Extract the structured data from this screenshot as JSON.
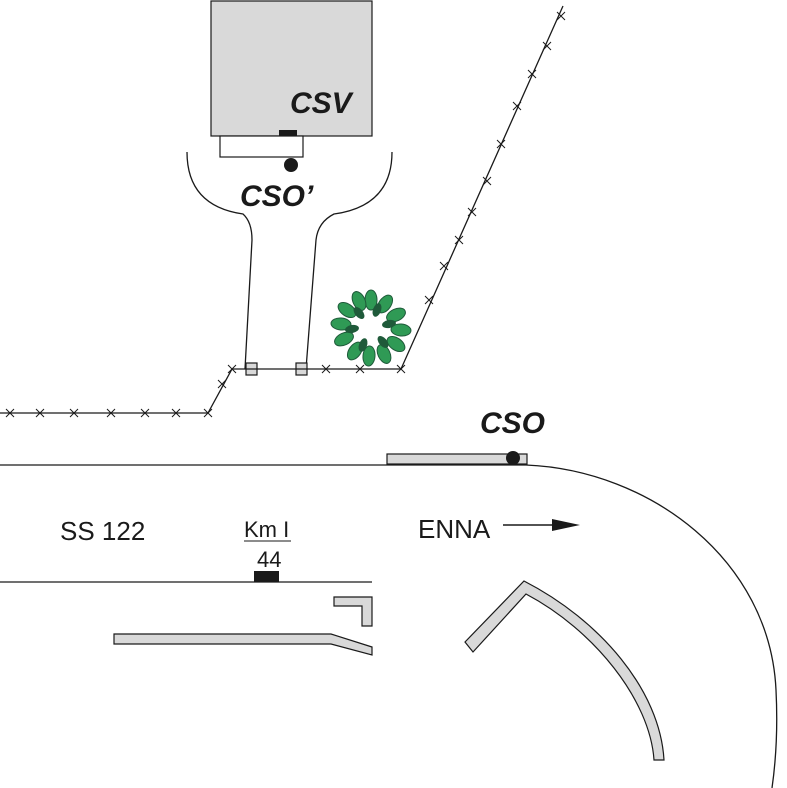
{
  "labels": {
    "csv": "CSV",
    "cso_prime": "CSO’",
    "cso": "CSO",
    "road": "SS 122",
    "km_label": "Km I",
    "km_value": "44",
    "direction": "ENNA"
  },
  "colors": {
    "line": "#1a1a1a",
    "building_fill": "#d9d9d9",
    "tree_dark": "#1f5a3a",
    "tree_light": "#2f9a55"
  },
  "icons": {
    "tree": "tree-icon",
    "arrow": "arrow-right-icon"
  }
}
